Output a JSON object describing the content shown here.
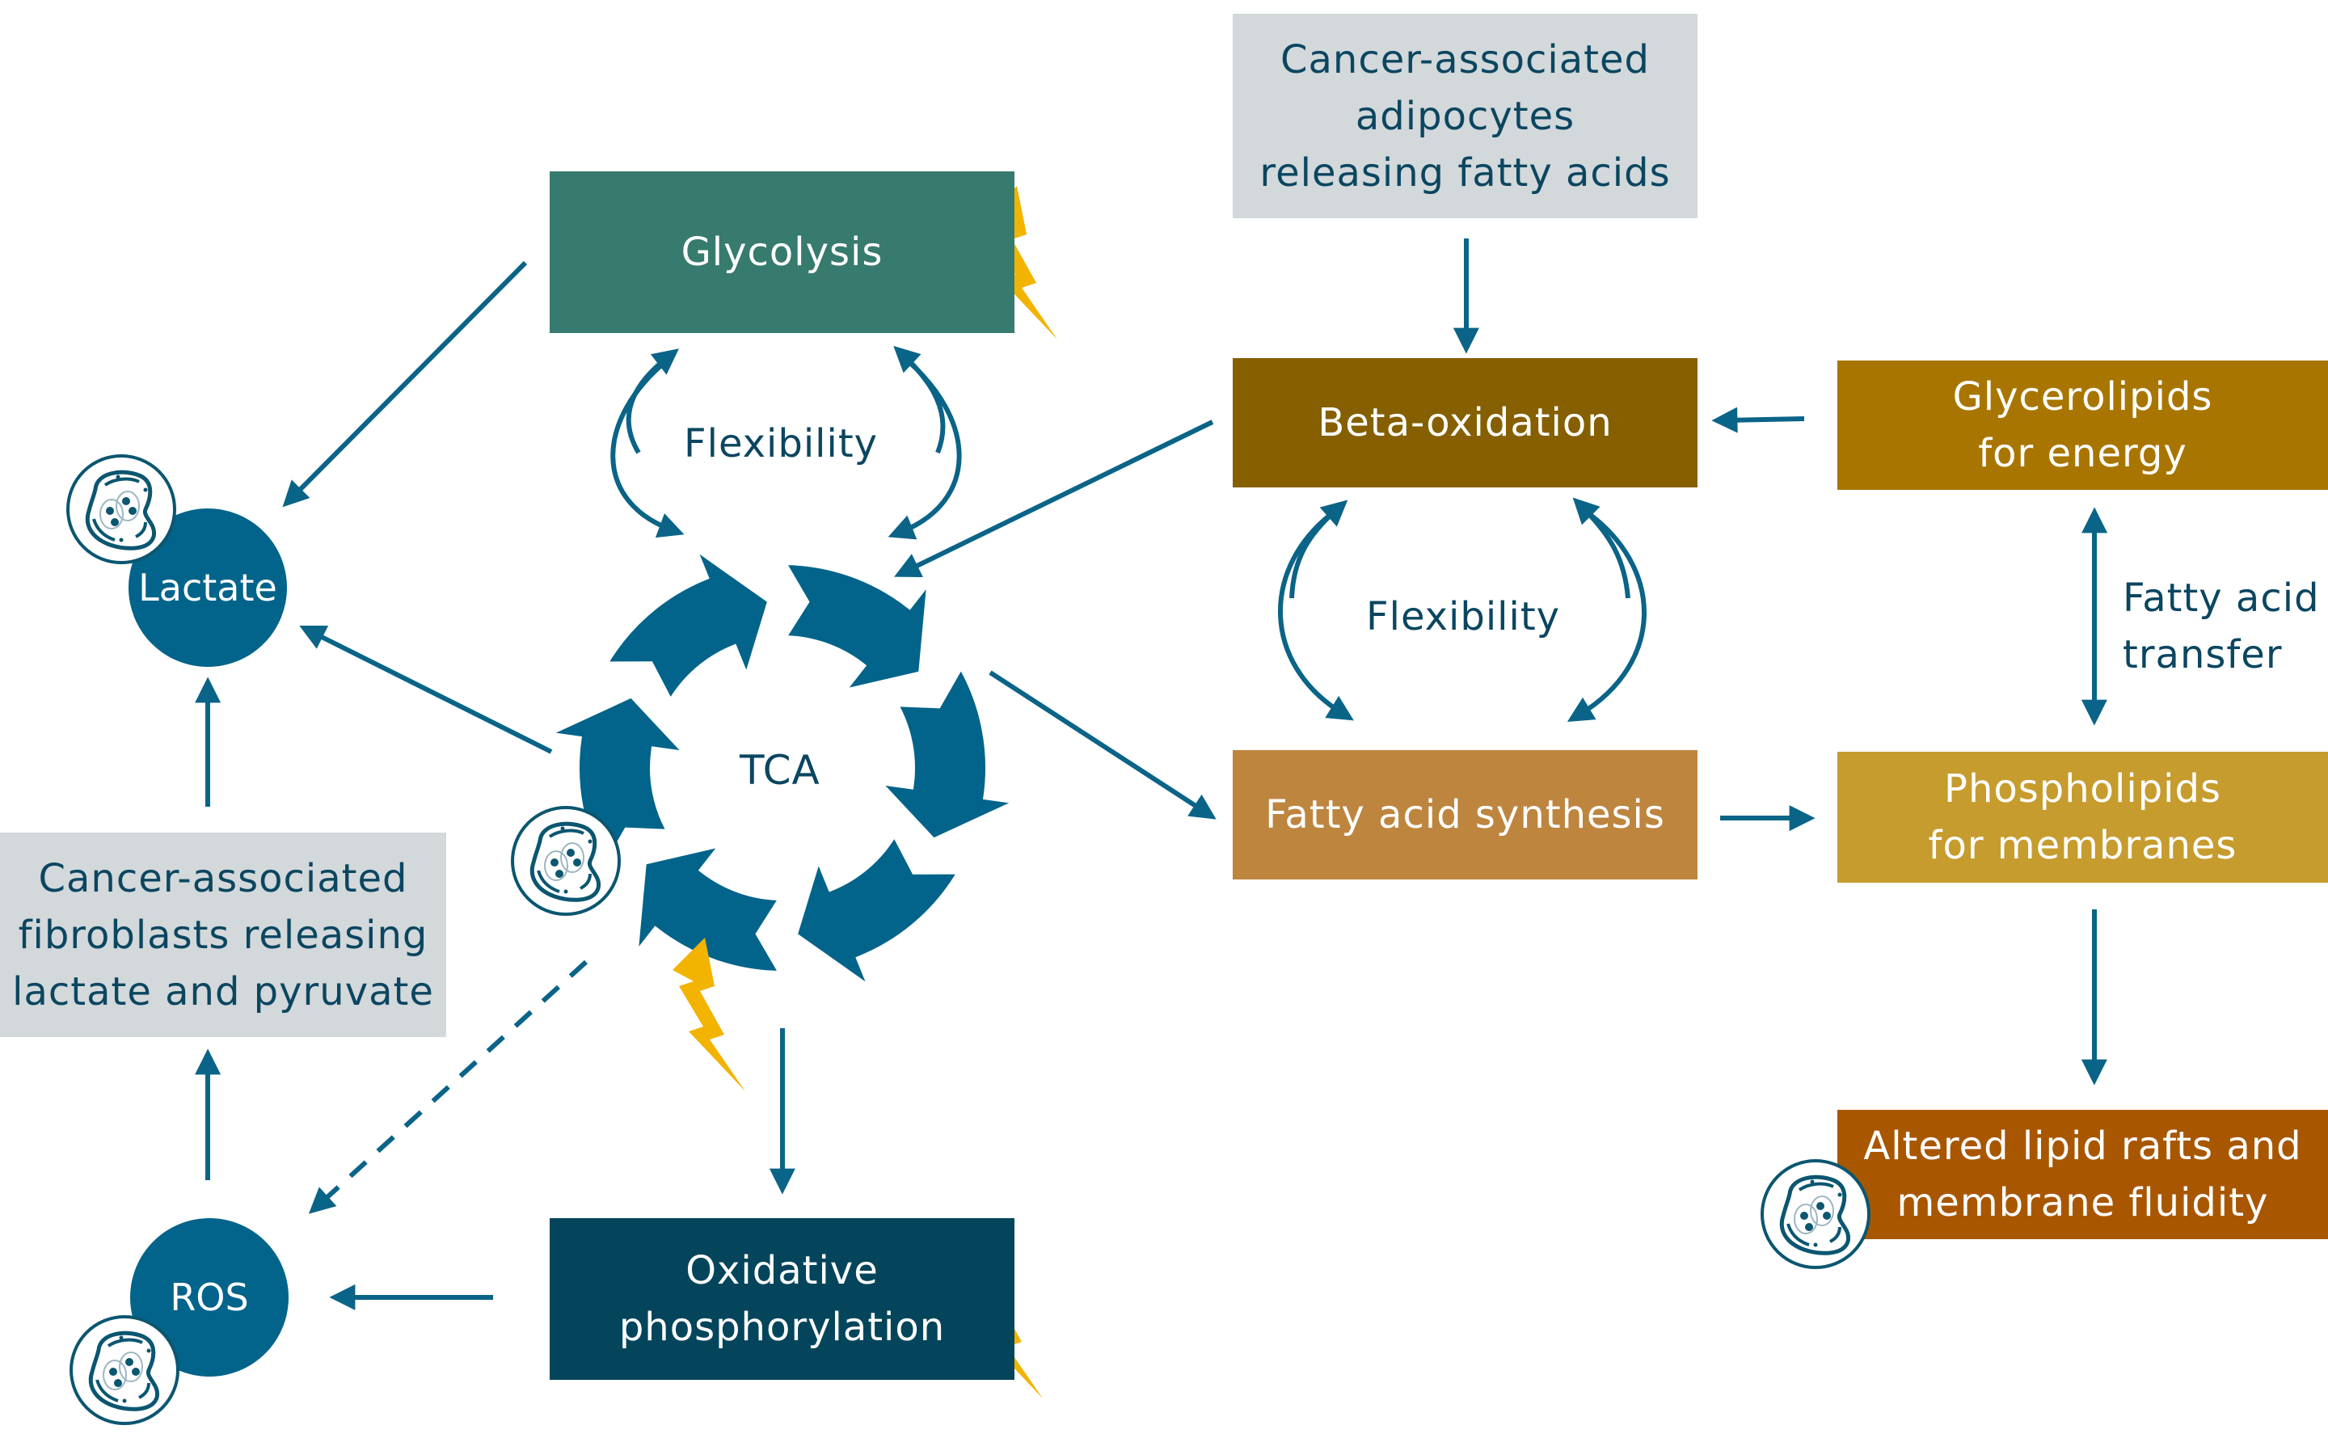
{
  "colors": {
    "arrow": "#0A6487",
    "tca": "#02648A",
    "bolt": "#F2B400",
    "gray_box": "#D3D8DB",
    "dark_text": "#0B4660",
    "glycolysis": "#377B6E",
    "oxphos": "#04455C",
    "beta_oxidation": "#855F00",
    "glycerolipids": "#A87600",
    "fatty_acid_synthesis": "#BE853F",
    "phospholipids": "#C69C2E",
    "lipid_rafts": "#A85700"
  },
  "boxes": {
    "adipocytes": "Cancer-associated\nadipocytes\nreleasing fatty acids",
    "glycolysis": "Glycolysis",
    "beta_oxidation": "Beta-oxidation",
    "glycerolipids": "Glycerolipids\nfor energy",
    "fatty_acid_synthesis": "Fatty acid synthesis",
    "phospholipids": "Phospholipids\nfor membranes",
    "lipid_rafts": "Altered lipid rafts and\nmembrane fluidity",
    "oxphos": "Oxidative\nphosphorylation",
    "fibroblasts": "Cancer-associated\nfibroblasts releasing\nlactate and pyruvate"
  },
  "nodes": {
    "lactate": "Lactate",
    "ros": "ROS",
    "tca": "TCA"
  },
  "labels": {
    "flexibility_left": "Flexibility",
    "flexibility_right": "Flexibility",
    "fatty_acid_transfer": "Fatty acid\ntransfer"
  },
  "icons": {
    "cell": "cancer-cell-icon",
    "bolt": "lightning-bolt-icon"
  }
}
